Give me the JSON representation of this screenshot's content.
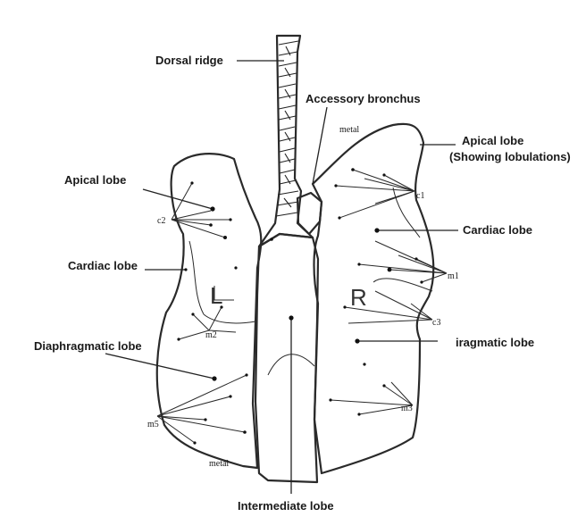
{
  "labels": {
    "dorsal_ridge": "Dorsal ridge",
    "accessory_bronchus": "Accessory bronchus",
    "apical_lobe_right": "Apical lobe",
    "apical_lobe_right_note": "(Showing lobulations)",
    "apical_lobe_left": "Apical lobe",
    "cardiac_lobe_right": "Cardiac lobe",
    "cardiac_lobe_left": "Cardiac lobe",
    "diaphragmatic_lobe_left": "Diaphragmatic lobe",
    "diaphragmatic_lobe_right": "iragmatic lobe",
    "intermediate_lobe": "Intermediate lobe",
    "side_left": "L",
    "side_right": "R"
  },
  "markers": {
    "metal_top": "metal",
    "metal_bottom": "metal",
    "c1": "c1",
    "c2": "c2",
    "c3": "c3",
    "m1": "m1",
    "m2": "m2",
    "m3": "m3",
    "m5": "m5"
  }
}
